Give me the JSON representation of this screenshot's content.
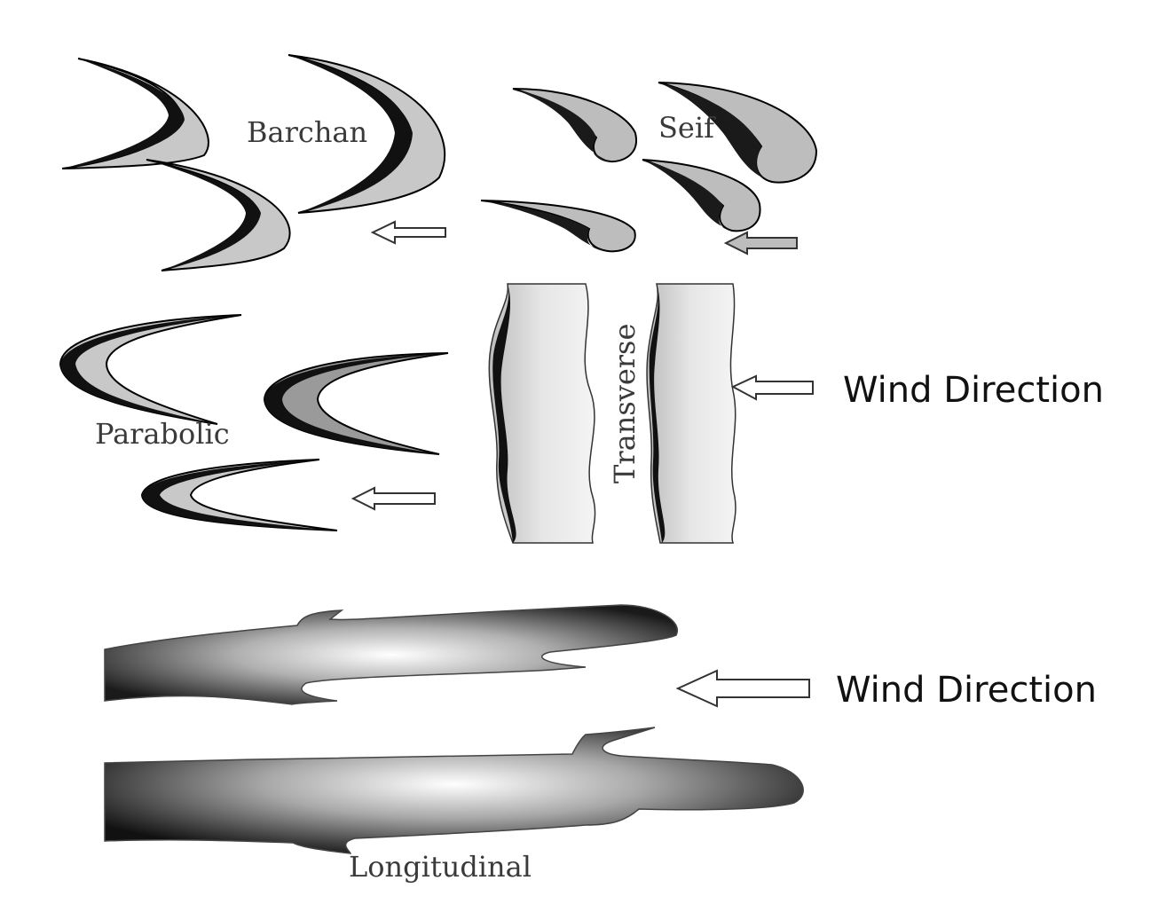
{
  "labels": {
    "barchan": "Barchan",
    "seif": "Seif",
    "parabolic": "Parabolic",
    "transverse": "Transverse",
    "longitudinal": "Longitudinal",
    "wind_direction_upper": "Wind Direction",
    "wind_direction_lower": "Wind Direction"
  },
  "colors": {
    "dune_fill_light": "#c8c8c8",
    "dune_fill_dark": "#1a1a1a",
    "arrow_fill": "#ffffff",
    "arrow_stroke": "#333333"
  },
  "icons": {
    "arrow": "left-arrow-icon"
  }
}
